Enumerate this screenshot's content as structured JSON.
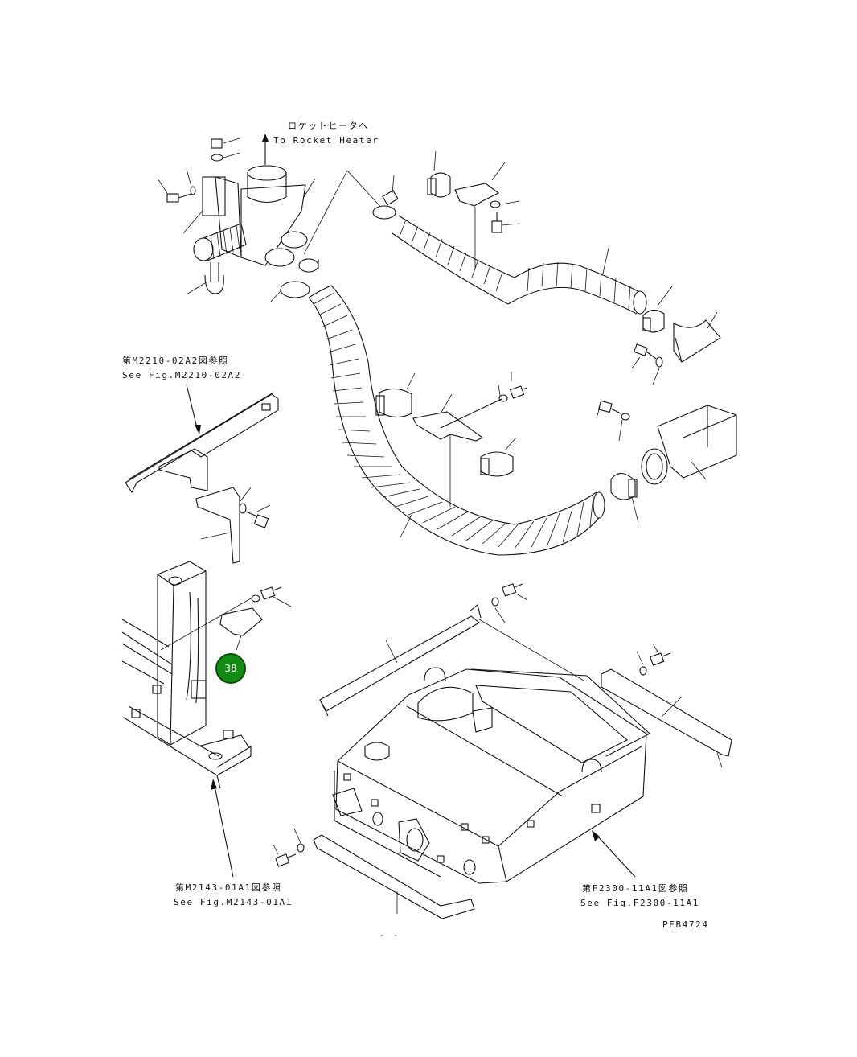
{
  "labels": {
    "rocket_heater_jp": "ロケットヒータへ",
    "rocket_heater_en": "To Rocket Heater",
    "ref_m2210_jp": "第M2210-02A2図参照",
    "ref_m2210_en": "See Fig.M2210-02A2",
    "ref_m2143_jp": "第M2143-01A1図参照",
    "ref_m2143_en": "See Fig.M2143-01A1",
    "ref_f2300_jp": "第F2300-11A1図参照",
    "ref_f2300_en": "See Fig.F2300-11A1",
    "drawing_code": "PEB4724",
    "page_mark": "- -"
  },
  "callouts": [
    {
      "number": "38",
      "color": "#138a13"
    }
  ]
}
